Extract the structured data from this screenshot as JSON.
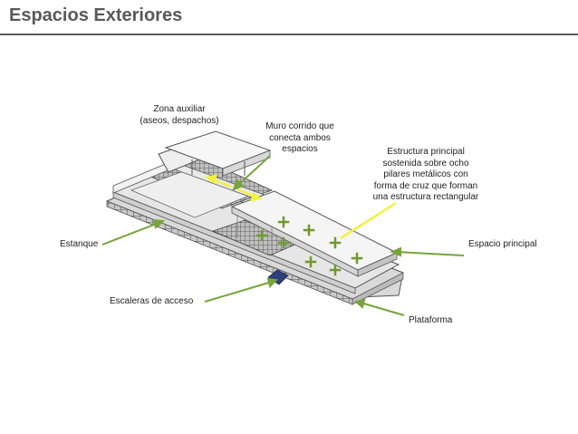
{
  "header": {
    "title": "Espacios Exteriores"
  },
  "labels": {
    "zona_auxiliar": [
      "Zona auxiliar",
      "(aseos, despachos)"
    ],
    "muro_corrido": [
      "Muro corrido que",
      "conecta ambos",
      "espacios"
    ],
    "estructura_principal": [
      "Estructura principal",
      "sostenida sobre  ocho",
      "pilares metálicos con",
      "forma de cruz que forman",
      "una estructura rectangular"
    ],
    "estanque": "Estanque",
    "espacio_principal": "Espacio principal",
    "escaleras": "Escaleras de acceso",
    "plataforma": "Plataforma"
  },
  "colors": {
    "title": "#595959",
    "arrow": "#77a43a",
    "yellow": "#f2f23a",
    "cross": "#6f9a2e"
  }
}
